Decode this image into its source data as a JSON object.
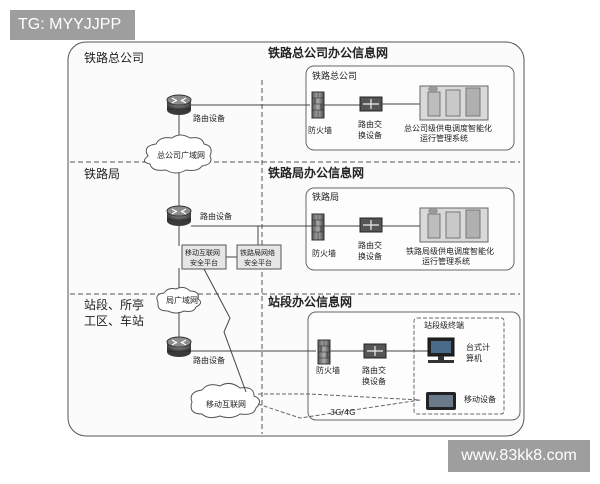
{
  "watermark_top": "TG: MYYJJPP",
  "watermark_bottom": "www.83kk8.com",
  "tiers": {
    "hq": {
      "side_label": "铁路总公司",
      "title": "铁路总公司办公信息网",
      "box_label": "铁路总公司",
      "router": "路由设备",
      "wan": "总公司广域网",
      "firewall": "防火墙",
      "switch_1": "路由交",
      "switch_2": "换设备",
      "system_1": "总公司级供电调度智能化",
      "system_2": "运行管理系统"
    },
    "bureau": {
      "side_label": "铁路局",
      "title": "铁路局办公信息网",
      "box_label": "铁路局",
      "router": "路由设备",
      "firewall": "防火墙",
      "switch_1": "路由交",
      "switch_2": "换设备",
      "system_1": "铁路局级供电调度智能化",
      "system_2": "运行管理系统",
      "mobile_platform_1": "移动互联网",
      "mobile_platform_2": "安全平台",
      "bureau_platform_1": "铁路局网络",
      "bureau_platform_2": "安全平台"
    },
    "station": {
      "side_label_1": "站段、所亭",
      "side_label_2": "工区、车站",
      "title": "站段办公信息网",
      "box_label": "站段级终端",
      "router": "路由设备",
      "lan": "局广域网",
      "firewall": "防火墙",
      "switch_1": "路由交",
      "switch_2": "换设备",
      "desktop_1": "台式计",
      "desktop_2": "算机",
      "mobile_device": "移动设备",
      "mobile_net": "移动互联网",
      "network_type": "3G/4G"
    }
  }
}
